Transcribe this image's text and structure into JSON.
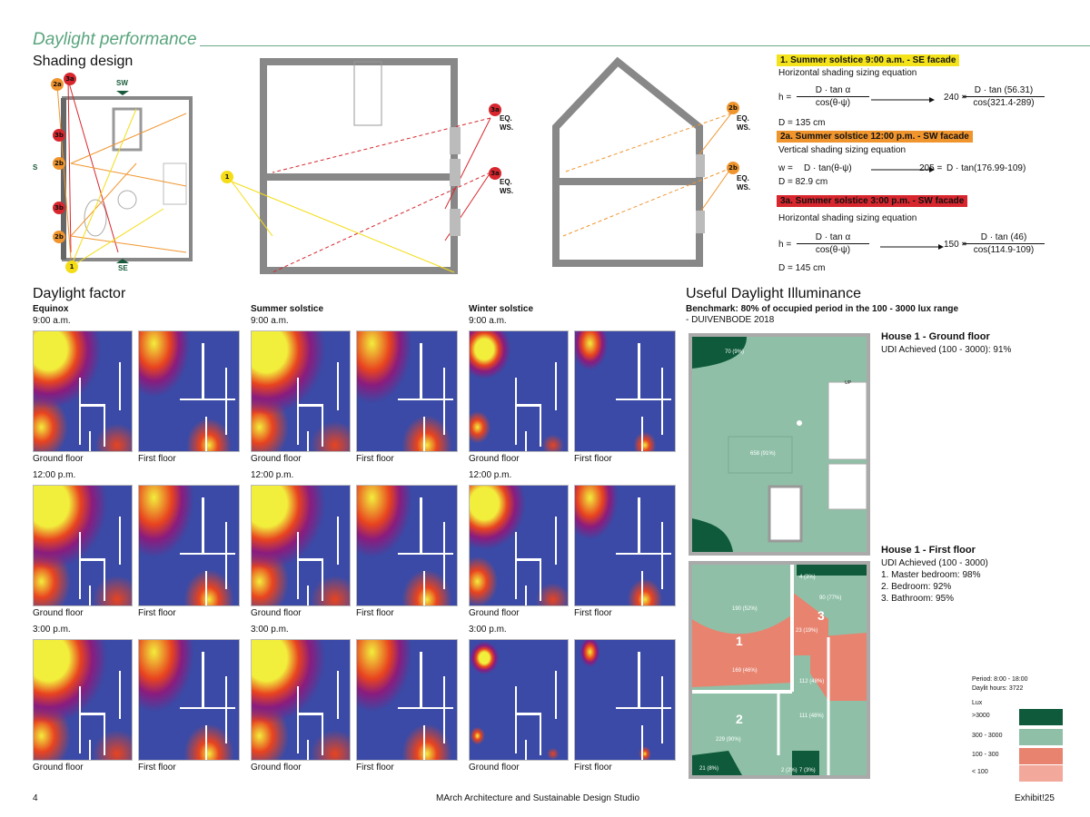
{
  "header": {
    "title": "Daylight performance",
    "shading_title": "Shading design"
  },
  "colors": {
    "accent": "#5aa57e",
    "udi_dark": "#0e5a3a",
    "udi_mid": "#8fc0a7",
    "udi_low": "#e8836f",
    "udi_vlow": "#f2a99b",
    "tag_yellow": "#f4e31a",
    "tag_orange": "#f0952e",
    "tag_red": "#d7262d"
  },
  "plan": {
    "labels": {
      "sw": "SW",
      "se": "SE",
      "s": "S"
    },
    "badges": [
      "2a",
      "3a",
      "3b",
      "2b",
      "3b",
      "2b",
      "1"
    ]
  },
  "section": {
    "badges": {
      "b1": "1",
      "b3a_top": "3a",
      "b3a_bot": "3a",
      "b2b_top": "2b",
      "b2b_bot": "2b"
    },
    "eqws": [
      "EQ.",
      "WS."
    ]
  },
  "equations": [
    {
      "tag": "1. Summer solstice 9:00 a.m. - SE facade",
      "type": "Horizontal shading sizing equation",
      "lhs": "h =",
      "num1": "D · tan α",
      "den1": "cos(θ-ψ)",
      "val": "240 =",
      "num2": "D · tan (56.31)",
      "den2": "cos(321.4-289)",
      "result": "D = 135 cm"
    },
    {
      "tag": "2a. Summer solstice 12:00 p.m. - SW facade",
      "type": "Vertical shading sizing equation",
      "lhs": "w =",
      "num1": "D · tan(θ-ψ)",
      "val": "205 =",
      "num2": "D · tan(176.99-109)",
      "result": "D = 82.9 cm"
    },
    {
      "tag": "3a. Summer solstice 3:00 p.m. - SW facade",
      "type": "Horizontal shading sizing equation",
      "lhs": "h =",
      "num1": "D · tan α",
      "den1": "cos(θ-ψ)",
      "val": "150 =",
      "num2": "D · tan (46)",
      "den2": "cos(114.9-109)",
      "result": "D = 145 cm"
    }
  ],
  "daylight_factor": {
    "title": "Daylight factor",
    "groups": [
      {
        "name": "Equinox"
      },
      {
        "name": "Summer solstice"
      },
      {
        "name": "Winter solstice"
      }
    ],
    "times": [
      "9:00 a.m.",
      "12:00 p.m.",
      "3:00 p.m."
    ],
    "floor_labels": {
      "ground": "Ground floor",
      "first": "First floor"
    }
  },
  "udi": {
    "title": "Useful Daylight Illuminance",
    "benchmark": "Benchmark: 80% of occupied period in the 100 - 3000 lux range",
    "source": "- DUIVENBODE 2018",
    "ground": {
      "heading": "House 1 - Ground floor",
      "line1": "UDI Achieved (100 - 3000): 91%",
      "labels": {
        "a": "70 (9%)",
        "b": "658 (91%)",
        "up": "UP"
      }
    },
    "first": {
      "heading": "House 1 - First floor",
      "line1": "UDI Achieved (100 - 3000)",
      "items": [
        "1. Master bedroom: 98%",
        "2. Bedroom: 92%",
        "3. Bathroom: 95%"
      ],
      "labels": {
        "r1": "1",
        "r2": "2",
        "r3": "3",
        "a": "190 (52%)",
        "b": "169 (46%)",
        "c": "4 (3%)",
        "d": "90 (77%)",
        "e": "23 (19%)",
        "f": "112 (48%)",
        "g": "111 (48%)",
        "h": "229 (90%)",
        "i": "21 (8%)",
        "j": "2 (2%)",
        "k": "7 (3%)"
      }
    },
    "legend": {
      "period": "Period: 8:00 - 18:00",
      "hours": "Daylit hours: 3722",
      "unit": "Lux",
      "items": [
        {
          "label": ">3000",
          "color": "#0e5a3a"
        },
        {
          "label": "300 - 3000",
          "color": "#8fc0a7"
        },
        {
          "label": "100 - 300",
          "color": "#e8836f"
        },
        {
          "label": "< 100",
          "color": "#f2a99b"
        }
      ]
    }
  },
  "footer": {
    "page": "4",
    "center": "MArch Architecture and Sustainable Design Studio",
    "right": "Exhibit!25"
  }
}
